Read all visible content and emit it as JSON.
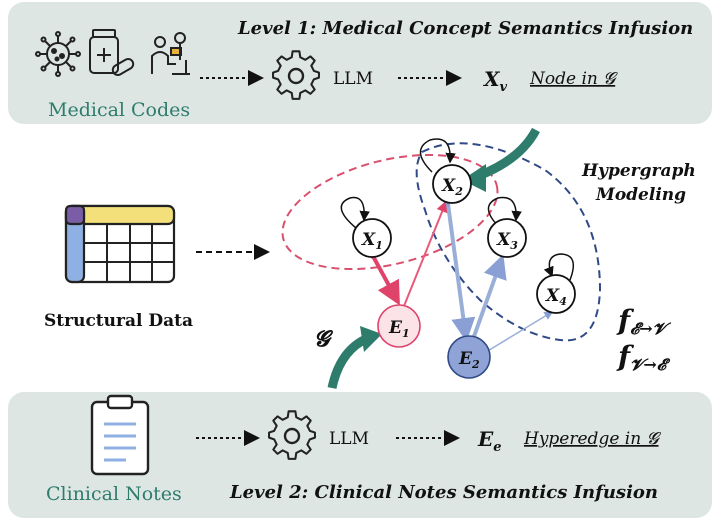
{
  "level1": {
    "title": "Level 1: Medical Concept Semantics Infusion",
    "box_label": "Medical Codes",
    "llm_label": "LLM",
    "output_symbol": "X",
    "output_sub": "v",
    "output_desc": "Node in 𝓖"
  },
  "middle": {
    "structural_label": "Structural Data",
    "hypergraph_label_line1": "Hypergraph",
    "hypergraph_label_line2": "Modeling",
    "graph_symbol": "𝓖",
    "nodes": [
      {
        "id": "X1",
        "base": "X",
        "sub": "1"
      },
      {
        "id": "X2",
        "base": "X",
        "sub": "2"
      },
      {
        "id": "X3",
        "base": "X",
        "sub": "3"
      },
      {
        "id": "X4",
        "base": "X",
        "sub": "4"
      }
    ],
    "edges": [
      {
        "id": "E1",
        "base": "E",
        "sub": "1"
      },
      {
        "id": "E2",
        "base": "E",
        "sub": "2"
      }
    ],
    "func1": {
      "base": "f",
      "sub": "𝓔→𝓥"
    },
    "func2": {
      "base": "f",
      "sub": "𝓥→𝓔"
    }
  },
  "level2": {
    "title": "Level 2: Clinical Notes Semantics Infusion",
    "box_label": "Clinical Notes",
    "llm_label": "LLM",
    "output_symbol": "E",
    "output_sub": "e",
    "output_desc": "Hyperedge in 𝓖"
  },
  "colors": {
    "panel_bg": "#dde6e3",
    "teal": "#2e7c6c",
    "red_edge": "#e85a7a",
    "blue_edge": "#9aafd8",
    "dashed_red": "#d9506e",
    "dashed_blue": "#2f4a86",
    "e1_fill": "#fbe3e8",
    "e2_fill": "#8fa3d6"
  }
}
